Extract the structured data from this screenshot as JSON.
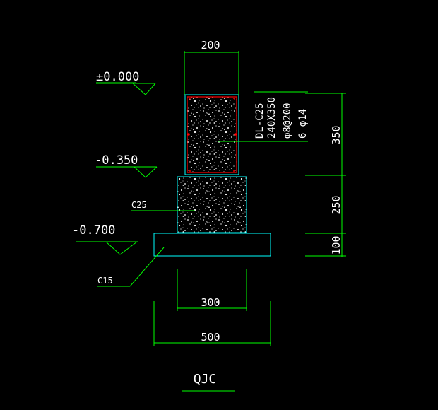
{
  "colors": {
    "background": "#000000",
    "dimension_lines": "#00ff00",
    "outline": "#00ffff",
    "rebar": "#ff0000",
    "text": "#ffffff"
  },
  "levels": {
    "top": "±0.000",
    "mid": "-0.350",
    "bottom": "-0.700"
  },
  "dimensions": {
    "top_width": "200",
    "wall_width": "300",
    "base_width": "500",
    "beam_height": "350",
    "wall_height": "250",
    "base_height": "100"
  },
  "labels": {
    "wall_material": "C25",
    "base_material": "C15"
  },
  "beam_spec": {
    "line1": "DL-C25",
    "line2": "240X350",
    "line3": "φ8@200",
    "line4": "6 φ14"
  },
  "title": "QJC"
}
